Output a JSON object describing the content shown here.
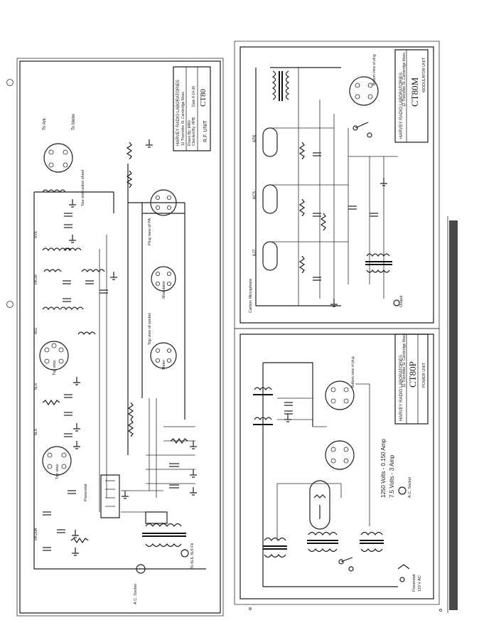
{
  "colors": {
    "paper": "#ffffff",
    "ink": "#1d1d1d",
    "binder_strip": "#4a4a4a"
  },
  "rf_unit": {
    "title_block": {
      "company": "HARVEY RADIO LABORATORIES",
      "address": "12 Thorndike St. Cambridge Mass.",
      "model": "CT80",
      "unit": "R.F. UNIT",
      "drawn": "Drawn By: MRD",
      "checked": "Checked By: HPB",
      "date": "Date 8-14-36"
    },
    "labels": {
      "to_ant": "To Ant.",
      "to_meter": "To Meter",
      "see_instruction": "See instruction sheet",
      "plug_view": "Plug view of PA",
      "modulator": "Modulator",
      "top_view_socket": "Top view of socket",
      "meter": "Meter",
      "top_view_1": "Top view",
      "top_view_2": "Top view",
      "powerstat": "Powerstat",
      "ac_socket": "A.C. Socket",
      "to_tube": "To 6L6, 6L6 Fil",
      "tubes": [
        "6L6",
        "6L6",
        "802",
        "RK39",
        "6V6",
        "RK20A"
      ]
    }
  },
  "modulator_unit": {
    "title_block": {
      "company": "HARVEY RADIO LABORATORIES",
      "address": "12 Thorndike St. Cambridge Mass.",
      "model": "CT80M",
      "unit": "MODULATOR UNIT"
    },
    "labels": {
      "bottom_view": "Bottom view of plug",
      "tubes": [
        "6F6",
        "6C5",
        "6J7"
      ],
      "carbon_mic": "Carbon Microphone",
      "output": "Output"
    }
  },
  "power_unit": {
    "title_block": {
      "company": "HARVEY RADIO LABORATORIES",
      "address": "12 Thorndike St. Cambridge Mass.",
      "model": "CT80P",
      "unit": "POWER UNIT"
    },
    "ratings": [
      "1250 Volts - 0.150 Amp",
      "7.5 Volts - 3 Amp"
    ],
    "labels": {
      "ac_socket": "A.C. Socket",
      "powerstat": "Powerstat",
      "plug": "Bottom view of plug",
      "line": "110 V AC"
    }
  }
}
